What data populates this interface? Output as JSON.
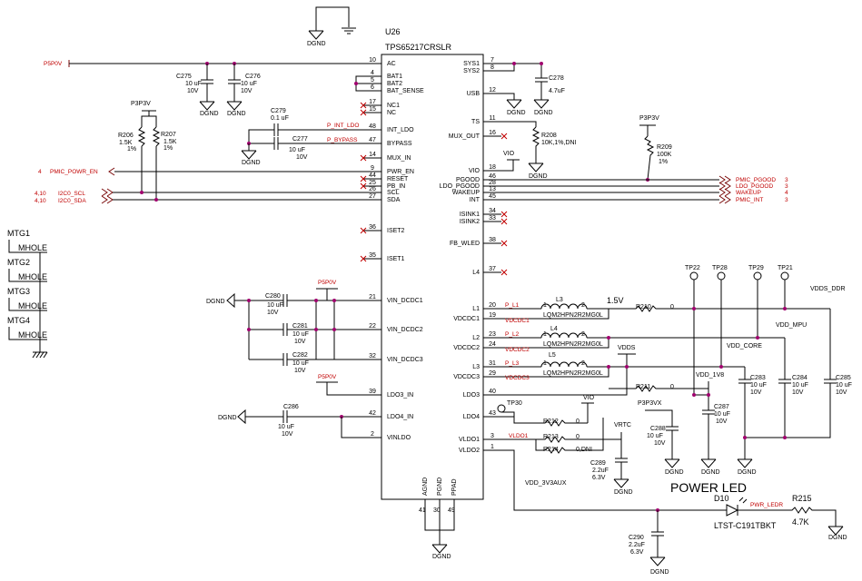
{
  "chip": {
    "ref": "U26",
    "part": "TPS65217CRSLR"
  },
  "left_pins": [
    {
      "num": "10",
      "name": "AC"
    },
    {
      "num": "4",
      "name": "BAT1"
    },
    {
      "num": "5",
      "name": "BAT2"
    },
    {
      "num": "6",
      "name": "BAT_SENSE"
    },
    {
      "num": "17",
      "name": "NC1"
    },
    {
      "num": "15",
      "name": "NC"
    },
    {
      "num": "48",
      "name": "INT_LDO"
    },
    {
      "num": "47",
      "name": "BYPASS"
    },
    {
      "num": "14",
      "name": "MUX_IN"
    },
    {
      "num": "9",
      "name": "PWR_EN"
    },
    {
      "num": "44",
      "name": "RESET"
    },
    {
      "num": "25",
      "name": "PB_IN"
    },
    {
      "num": "26",
      "name": "SCL"
    },
    {
      "num": "27",
      "name": "SDA"
    },
    {
      "num": "36",
      "name": "ISET2"
    },
    {
      "num": "35",
      "name": "ISET1"
    },
    {
      "num": "21",
      "name": "VIN_DCDC1"
    },
    {
      "num": "22",
      "name": "VIN_DCDC2"
    },
    {
      "num": "32",
      "name": "VIN_DCDC3"
    },
    {
      "num": "39",
      "name": "LDO3_IN"
    },
    {
      "num": "42",
      "name": "LDO4_IN"
    },
    {
      "num": "2",
      "name": "VINLDO"
    }
  ],
  "right_pins": [
    {
      "num": "7",
      "name": "SYS1"
    },
    {
      "num": "8",
      "name": "SYS2"
    },
    {
      "num": "12",
      "name": "USB"
    },
    {
      "num": "11",
      "name": "TS"
    },
    {
      "num": "16",
      "name": "MUX_OUT"
    },
    {
      "num": "18",
      "name": "VIO"
    },
    {
      "num": "46",
      "name": "PGOOD"
    },
    {
      "num": "28",
      "name": "LDO_PGOOD"
    },
    {
      "num": "13",
      "name": "WAKEUP"
    },
    {
      "num": "45",
      "name": "INT"
    },
    {
      "num": "34",
      "name": "ISINK1"
    },
    {
      "num": "33",
      "name": "ISINK2"
    },
    {
      "num": "38",
      "name": "FB_WLED"
    },
    {
      "num": "37",
      "name": "L4"
    },
    {
      "num": "20",
      "name": "L1"
    },
    {
      "num": "19",
      "name": "VDCDC1"
    },
    {
      "num": "23",
      "name": "L2"
    },
    {
      "num": "24",
      "name": "VDCDC2"
    },
    {
      "num": "31",
      "name": "L3"
    },
    {
      "num": "29",
      "name": "VDCDC3"
    },
    {
      "num": "40",
      "name": "LDO3"
    },
    {
      "num": "43",
      "name": "LDO4"
    },
    {
      "num": "3",
      "name": "VLDO1"
    },
    {
      "num": "1",
      "name": "VLDO2"
    }
  ],
  "bottom_pins": [
    {
      "num": "41",
      "name": "AGND"
    },
    {
      "num": "30",
      "name": "PGND"
    },
    {
      "num": "49",
      "name": "PPAD"
    }
  ],
  "nets": {
    "dgnd": "DGND",
    "p5p0v": "P5P0V",
    "p3p3v": "P3P3V",
    "p3p3vx": "P3P3VX",
    "vio": "VIO",
    "vdds": "VDDS",
    "vrtc": "VRTC",
    "vdd_3v3aux": "VDD_3V3AUX",
    "vdd_1v8": "VDD_1V8",
    "vdd_core": "VDD_CORE",
    "vdd_mpu": "VDD_MPU",
    "vdds_ddr": "VDDS_DDR",
    "p_int_ldo": "P_INT_LDO",
    "p_bypass": "P_BYPASS",
    "pmic_powr_en": "PMIC_POWR_EN",
    "i2c0_scl": "I2C0_SCL",
    "i2c0_sda": "I2C0_SDA",
    "pmic_pgood": "PMIC_PGOOD",
    "ldo_pgood": "LDO_PGOOD",
    "wakeup": "WAKEUP",
    "pmic_int": "PMIC_INT",
    "p_l1": "P_L1",
    "p_l2": "P_L2",
    "p_l3": "P_L3",
    "vdcdc1": "VDCDC1",
    "vdcdc2": "VDCDC2",
    "vdcdc3": "VDCDC3",
    "vldo1": "VLDO1",
    "pwr_ledr": "PWR_LEDR",
    "v1_5": "1.5V"
  },
  "sheet_refs": {
    "ref_4": "4",
    "ref_4_10": "4,10",
    "ref_3": "3"
  },
  "components": {
    "c275": {
      "ref": "C275",
      "value": "10 uF",
      "volt": "10V"
    },
    "c276": {
      "ref": "C276",
      "value": "10 uF",
      "volt": "10V"
    },
    "c278": {
      "ref": "C278",
      "value": "4.7uF"
    },
    "c279": {
      "ref": "C279",
      "value": "0.1 uF"
    },
    "c277": {
      "ref": "C277",
      "value": "10 uF",
      "volt": "10V"
    },
    "c280": {
      "ref": "C280",
      "value": "10 uF",
      "volt": "10V"
    },
    "c281": {
      "ref": "C281",
      "value": "10 uF",
      "volt": "10V"
    },
    "c282": {
      "ref": "C282",
      "value": "10 uF",
      "volt": "10V"
    },
    "c286": {
      "ref": "C286",
      "value": "10 uF",
      "volt": "10V"
    },
    "c283": {
      "ref": "C283",
      "value": "10 uF",
      "volt": "10V"
    },
    "c284": {
      "ref": "C284",
      "value": "10 uF",
      "volt": "10V"
    },
    "c285": {
      "ref": "C285",
      "value": "10 uF",
      "volt": "10V"
    },
    "c287": {
      "ref": "C287",
      "value": "10 uF",
      "volt": "10V"
    },
    "c288": {
      "ref": "C288",
      "value": "10 uF",
      "volt": "10V"
    },
    "c289": {
      "ref": "C289",
      "value": "2.2uF",
      "volt": "6.3V"
    },
    "c290": {
      "ref": "C290",
      "value": "2.2uF",
      "volt": "6.3V"
    },
    "r206": {
      "ref": "R206",
      "value": "1.5K",
      "tol": "1%"
    },
    "r207": {
      "ref": "R207",
      "value": "1.5K",
      "tol": "1%"
    },
    "r208": {
      "ref": "R208",
      "value": "10K,1%,DNI"
    },
    "r209": {
      "ref": "R209",
      "value": "100K",
      "tol": "1%"
    },
    "r210": {
      "ref": "R210",
      "value": "0"
    },
    "r211": {
      "ref": "R211",
      "value": "0"
    },
    "r212": {
      "ref": "R212",
      "value": "0"
    },
    "r213": {
      "ref": "R213",
      "value": "0"
    },
    "r214": {
      "ref": "R214",
      "value": "0,DNI"
    },
    "r215": {
      "ref": "R215",
      "value": "4.7K"
    },
    "l3": {
      "ref": "L3",
      "part": "LQM2HPN2R2MG0L"
    },
    "l4": {
      "ref": "L4",
      "part": "LQM2HPN2R2MG0L"
    },
    "l5": {
      "ref": "L5",
      "part": "LQM2HPN2R2MG0L"
    },
    "d10": {
      "ref": "D10",
      "part": "LTST-C191TBKT"
    },
    "pin1": "1",
    "pin2": "2"
  },
  "test_points": [
    "TP22",
    "TP28",
    "TP29",
    "TP21",
    "TP30"
  ],
  "mounting": [
    {
      "ref": "MTG1",
      "label": "MHOLE"
    },
    {
      "ref": "MTG2",
      "label": "MHOLE"
    },
    {
      "ref": "MTG3",
      "label": "MHOLE"
    },
    {
      "ref": "MTG4",
      "label": "MHOLE"
    }
  ],
  "power_led_title": "POWER LED",
  "colors": {
    "wire": "#000000",
    "net_label": "#c00000",
    "bus": "#a0006e"
  }
}
